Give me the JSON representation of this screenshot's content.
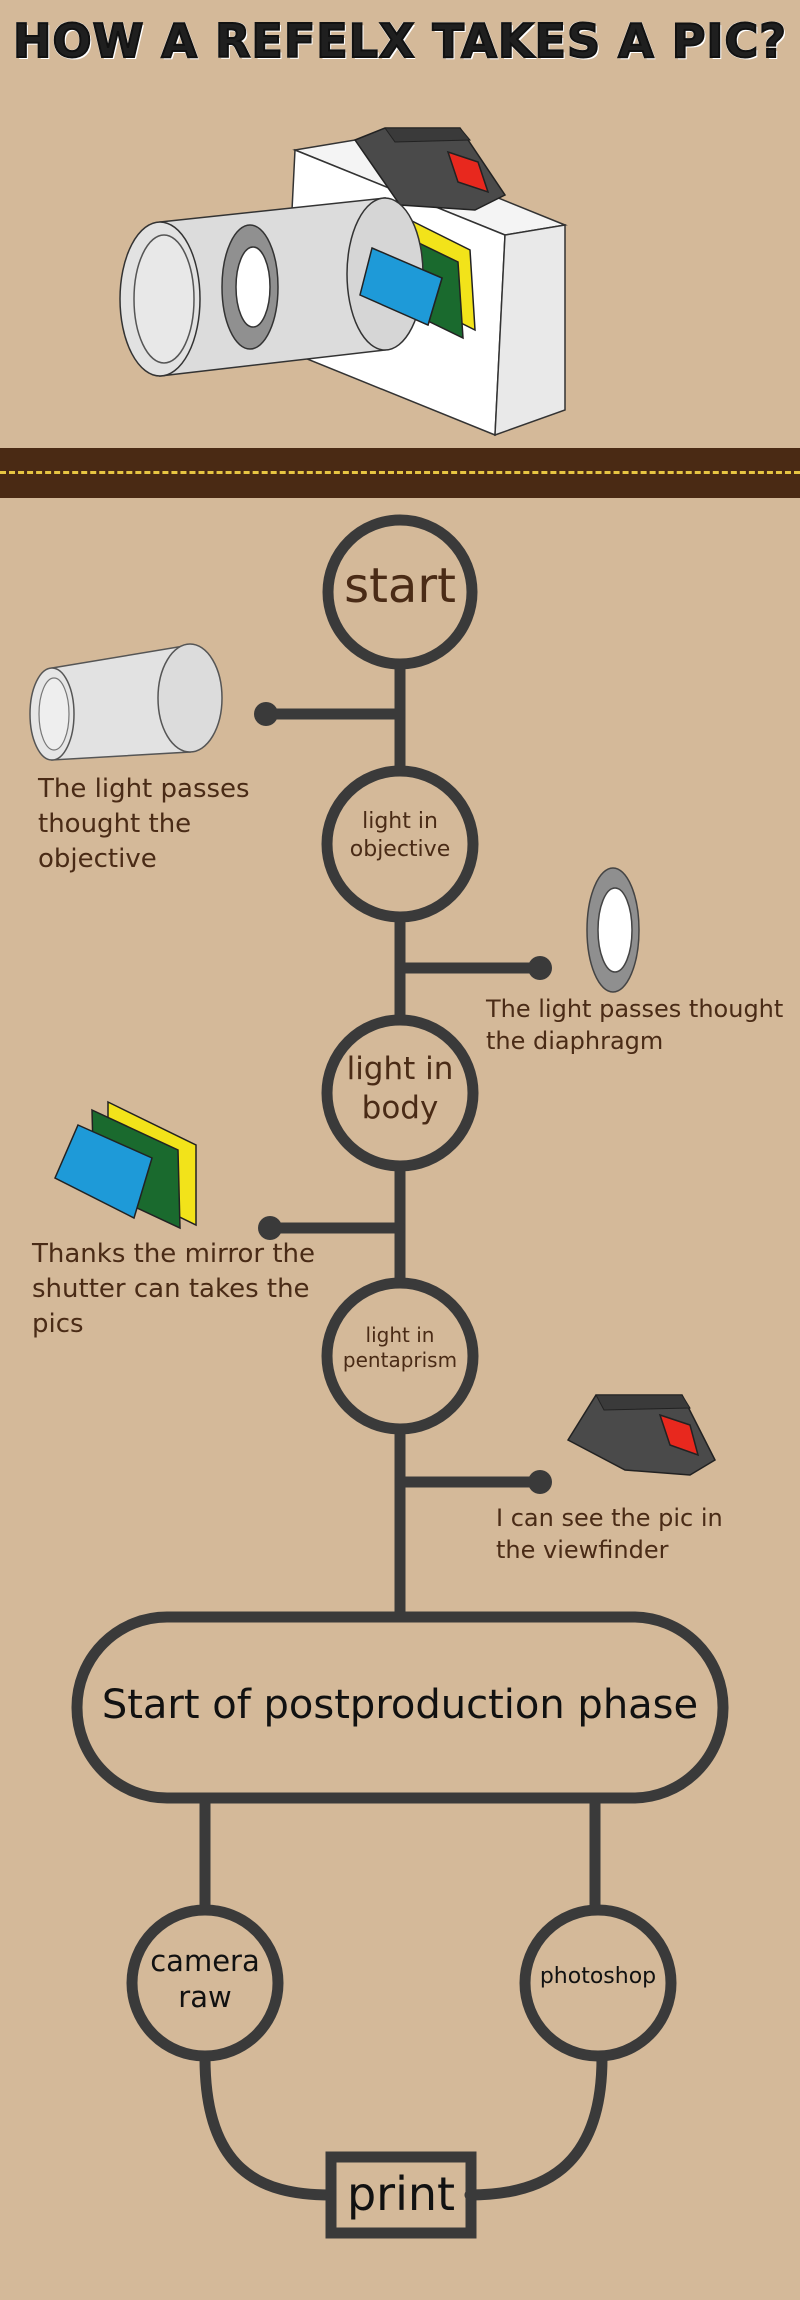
{
  "title": "HOW A REFELX TAKES A PIC?",
  "nodes": {
    "start": "start",
    "objective": "light in objective",
    "body": "light in body",
    "pentaprism": "light in pentaprism",
    "postproduction": "Start of postproduction phase",
    "camera_raw": "camera raw",
    "photoshop": "photoshop",
    "print": "print"
  },
  "captions": {
    "objective": "The light passes thought the objective",
    "diaphragm": "The light passes thought the diaphragm",
    "mirror": "Thanks the mirror the shutter can takes the pics",
    "viewfinder": "I can see the pic in the viewfinder"
  },
  "colors": {
    "background": "#d4b999",
    "line": "#3a3a3a",
    "text": "#4a2b16",
    "divider": "#4a2a14",
    "stitch": "#e7c542",
    "mirror_blue": "#1e9ad8",
    "mirror_green": "#1a6a2e",
    "mirror_yellow": "#f2e31a",
    "prism_red": "#e8281e"
  },
  "icons": [
    "camera-illustration",
    "lens-tube-icon",
    "diaphragm-icon",
    "mirror-shutter-icon",
    "pentaprism-icon"
  ]
}
